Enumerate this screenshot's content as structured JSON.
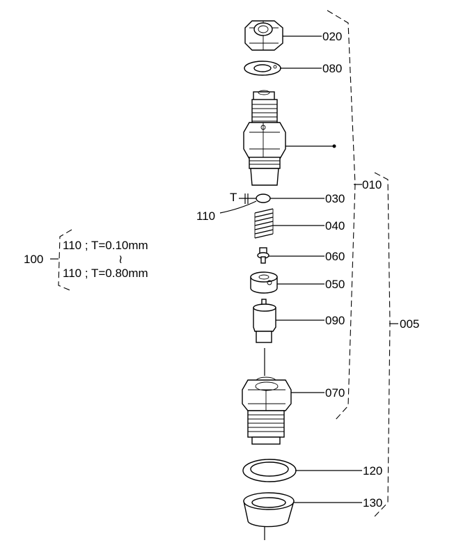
{
  "parts": [
    {
      "id": "p020",
      "label": "020",
      "icon": "nut-icon"
    },
    {
      "id": "p080",
      "label": "080",
      "icon": "washer-icon"
    },
    {
      "id": "p030",
      "label": "030",
      "icon": "shim-icon"
    },
    {
      "id": "p040",
      "label": "040",
      "icon": "spring-icon"
    },
    {
      "id": "p060",
      "label": "060",
      "icon": "pin-icon"
    },
    {
      "id": "p050",
      "label": "050",
      "icon": "spacer-icon"
    },
    {
      "id": "p090",
      "label": "090",
      "icon": "nozzle-icon"
    },
    {
      "id": "p070",
      "label": "070",
      "icon": "retaining-nut-icon"
    },
    {
      "id": "p120",
      "label": "120",
      "icon": "gasket-icon"
    },
    {
      "id": "p130",
      "label": "130",
      "icon": "heat-shield-icon"
    }
  ],
  "groups": {
    "g010": "010",
    "g005": "005"
  },
  "callouts": {
    "shim_ref": "110",
    "thickness_marker": "T"
  },
  "note": {
    "ref": "100",
    "line1": "110 ; T=0.10mm",
    "range_mark": "≀",
    "line2": "110 ; T=0.80mm"
  }
}
